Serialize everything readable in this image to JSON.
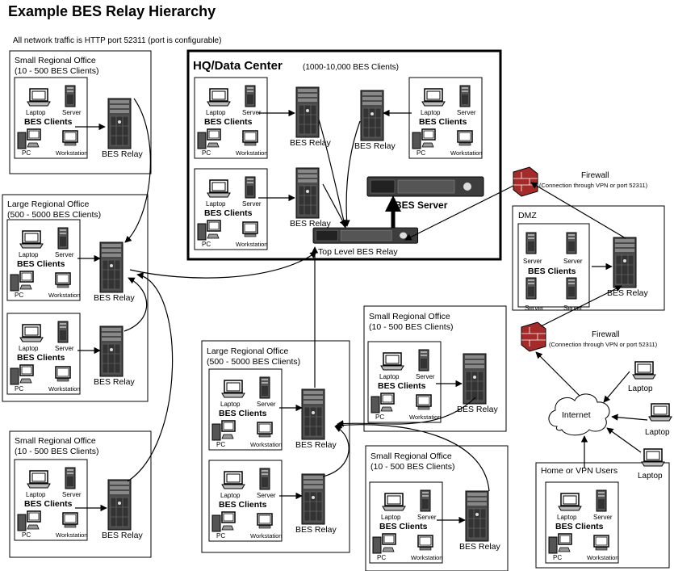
{
  "title": "Example BES Relay Hierarchy",
  "note": "All network traffic is HTTP port 52311 (port is configurable)",
  "labels": {
    "laptop": "Laptop",
    "server": "Server",
    "pc": "PC",
    "workstation": "Workstation",
    "bes_clients": "BES Clients",
    "bes_relay": "BES Relay",
    "bes_server": "BES Server",
    "top_level_relay": "Top Level BES Relay",
    "internet": "Internet",
    "firewall": "Firewall",
    "firewall_note": "(Connection through VPN or port 52311)"
  },
  "offices": {
    "small_title": "Small Regional Office",
    "small_range": "(10 - 500 BES Clients)",
    "large_title": "Large Regional Office",
    "large_range": "(500 - 5000 BES Clients)",
    "hq_title": "HQ/Data Center",
    "hq_range": "(1000-10,000 BES Clients)",
    "dmz": "DMZ",
    "home": "Home or VPN Users"
  }
}
